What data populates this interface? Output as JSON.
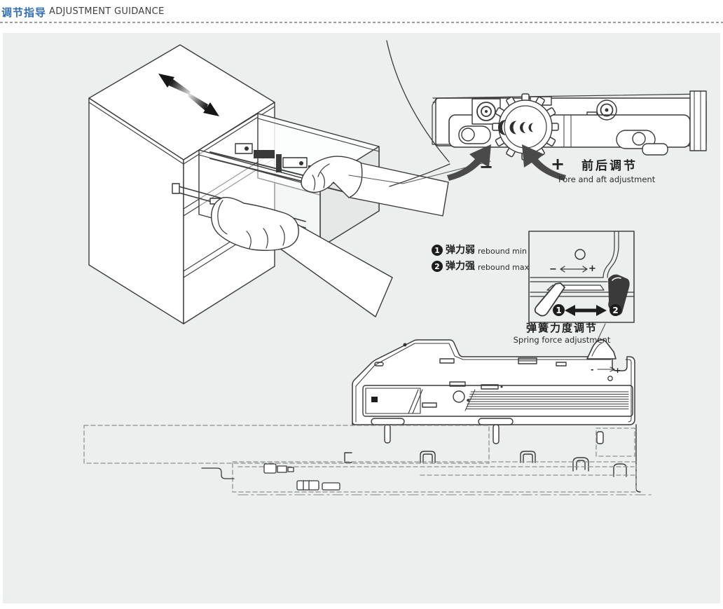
{
  "header": {
    "title_cn": "调节指导",
    "title_en": "ADJUSTMENT GUIDANCE"
  },
  "fore_aft": {
    "minus": "−",
    "plus": "+",
    "label_cn": "前后调节",
    "label_en": "Fore and aft adjustment"
  },
  "legend": {
    "items": [
      {
        "num": "1",
        "cn": "弹力弱",
        "en": "rebound min"
      },
      {
        "num": "2",
        "cn": "弹力强",
        "en": "rebound max"
      }
    ]
  },
  "inset": {
    "minus": "−",
    "plus": "+",
    "num1": "1",
    "num2": "2"
  },
  "spring": {
    "label_cn": "弹簧力度调节",
    "label_en": "Spring force adjustment"
  },
  "mech_marks": {
    "minus": "-",
    "plus": "+"
  },
  "colors": {
    "accent_blue": "#2f6db5",
    "panel_gray": "#ecefee",
    "line_dark": "#3a3a3a"
  }
}
